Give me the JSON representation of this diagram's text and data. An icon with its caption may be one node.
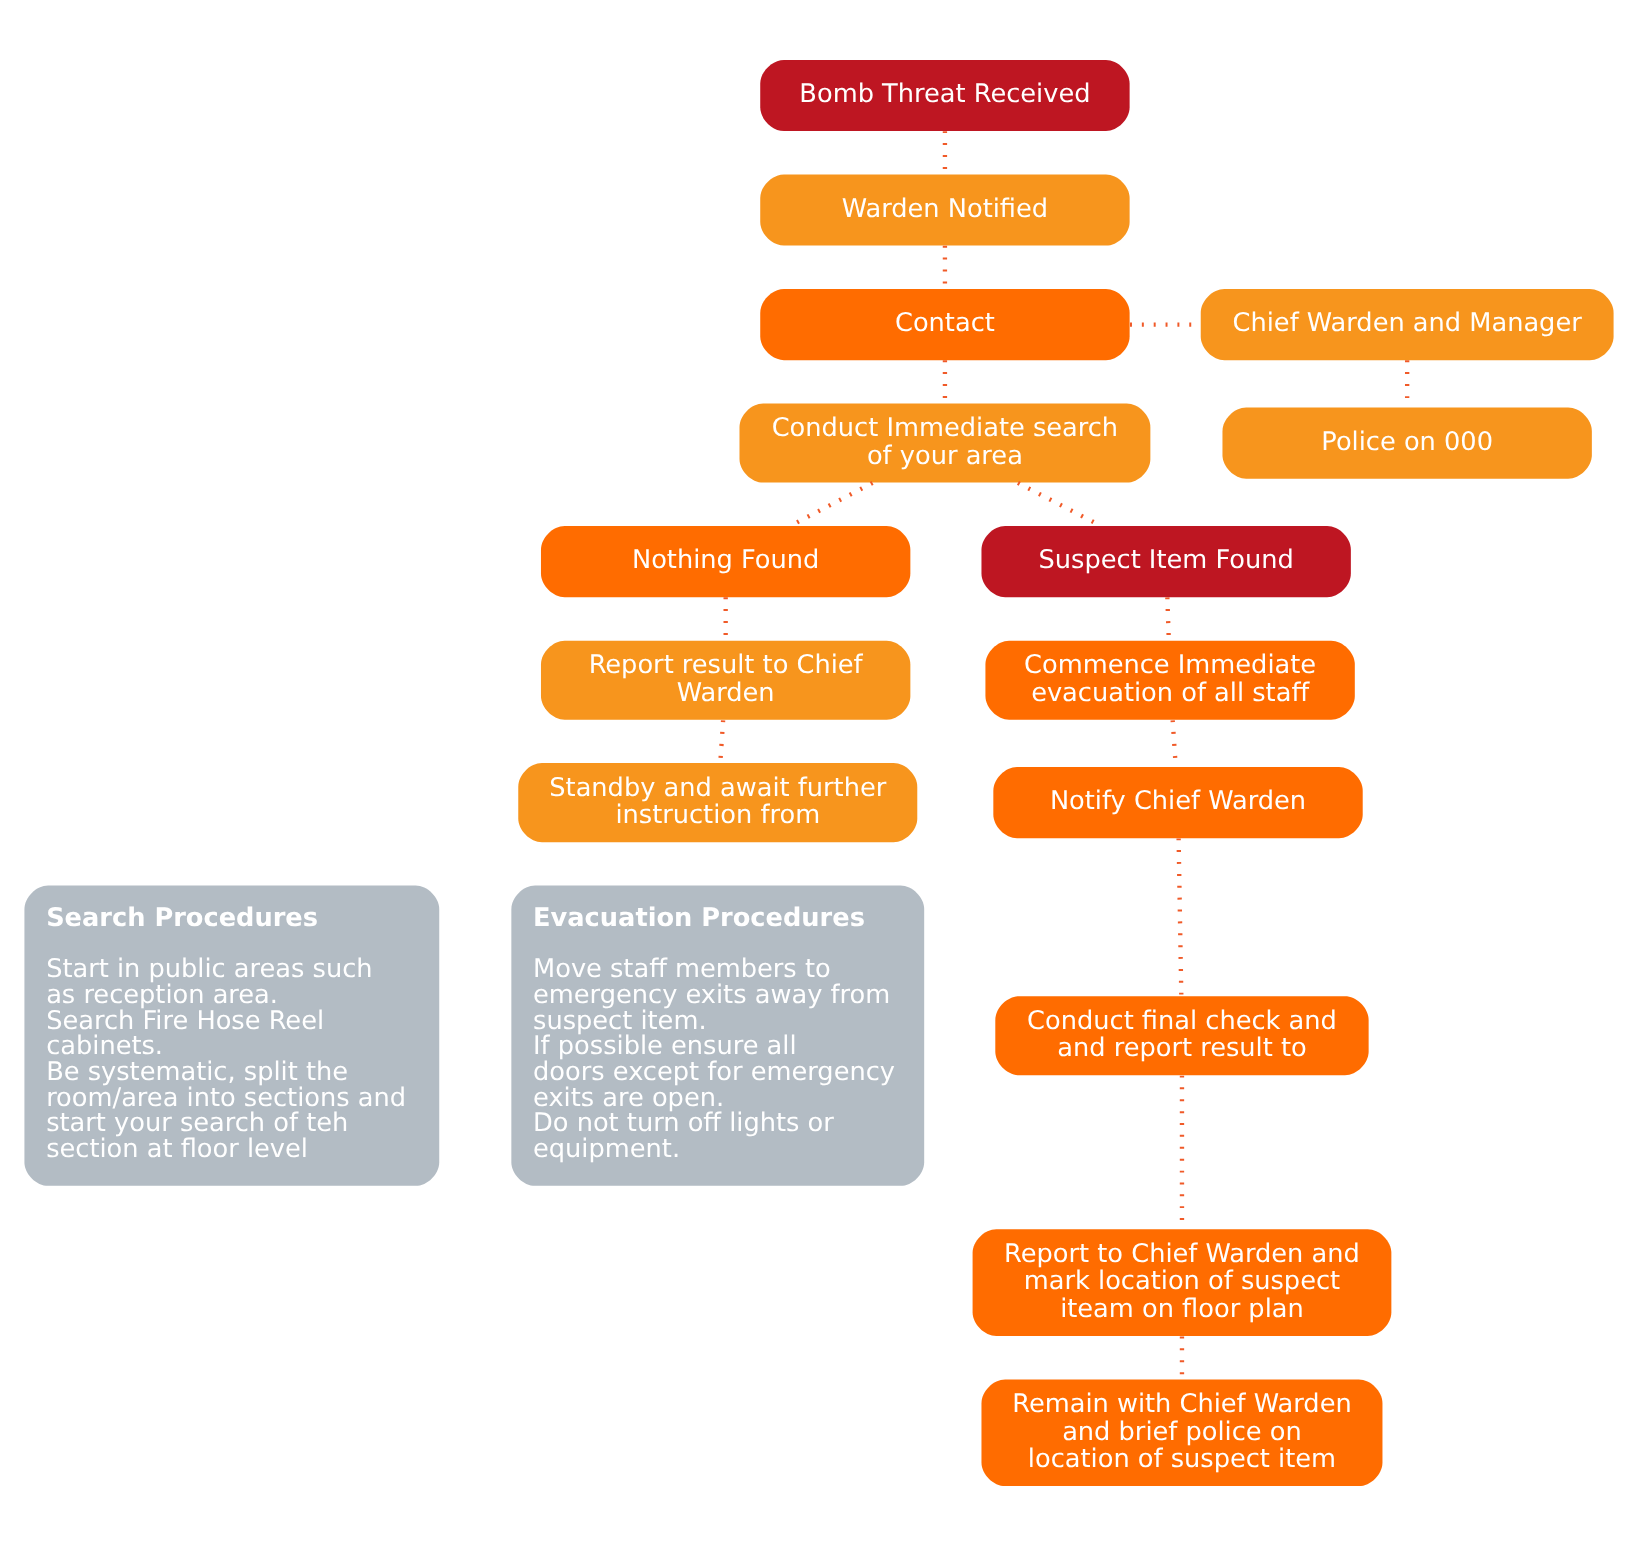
{
  "diagram": {
    "nodes": [
      {
        "text": [
          "Bomb Threat Received"
        ]
      },
      {
        "text": [
          "Warden Notified"
        ]
      },
      {
        "text": [
          "Contact"
        ]
      },
      {
        "text": [
          "Chief Warden and Manager"
        ]
      },
      {
        "text": [
          "Conduct Immediate search of your area"
        ]
      },
      {
        "text": [
          "Police on 000"
        ]
      },
      {
        "text": [
          "Nothing Found"
        ]
      },
      {
        "text": [
          "Suspect Item Found"
        ]
      },
      {
        "text": [
          "Report result to Chief Warden"
        ]
      },
      {
        "text": [
          "Commence Immediate evacuation of all staff"
        ]
      },
      {
        "text": [
          "Standby and await further instruction from"
        ]
      },
      {
        "text": [
          "Notify Chief Warden"
        ]
      },
      {
        "text": [
          "Conduct final check and and report result to"
        ]
      },
      {
        "text": [
          "Report to Chief Warden and mark location of suspect iteam on floor plan"
        ]
      },
      {
        "text": [
          "Remain with Chief Warden and brief police on location of suspect item"
        ]
      },
      {
        "text": [
          "Search Procedures",
          "Start in public areas such as reception area.",
          "Search Fire Hose Reel cabinets.",
          "Be systematic, split the room/area into sections and start your search of teh section at floor level"
        ]
      },
      {
        "text": [
          "Evacuation Procedures",
          "Move staff members to emergency exits away from suspect item.",
          "If possible ensure all doors except for emergency exits are open.",
          "Do not turn off lights or equipment."
        ]
      }
    ],
    "edges": [
      {
        "from": 0,
        "to": 1,
        "arrow": "none"
      },
      {
        "from": 1,
        "to": 2,
        "arrow": "none"
      },
      {
        "from": 2,
        "to": 3,
        "arrow": "none"
      },
      {
        "from": 2,
        "to": 4,
        "arrow": "none"
      },
      {
        "from": 3,
        "to": 5,
        "arrow": "none"
      },
      {
        "from": 4,
        "to": 6,
        "arrow": "none"
      },
      {
        "from": 4,
        "to": 7,
        "arrow": "none"
      },
      {
        "from": 6,
        "to": 8,
        "arrow": "none"
      },
      {
        "from": 8,
        "to": 10,
        "arrow": "none"
      },
      {
        "from": 7,
        "to": 9,
        "arrow": "none"
      },
      {
        "from": 9,
        "to": 11,
        "arrow": "none"
      },
      {
        "from": 11,
        "to": 12,
        "arrow": "none"
      },
      {
        "from": 12,
        "to": 13,
        "arrow": "none"
      },
      {
        "from": 13,
        "to": 14,
        "arrow": "none"
      }
    ]
  }
}
